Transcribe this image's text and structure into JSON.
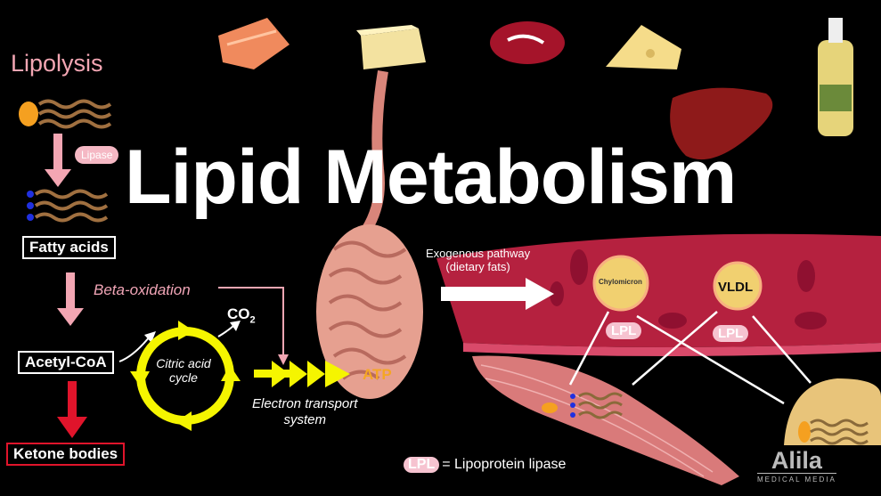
{
  "title": "Lipid Metabolism",
  "lipolysis": {
    "heading": "Lipolysis",
    "enzyme": "Lipase",
    "fatty_acids": "Fatty acids",
    "beta_oxidation": "Beta-oxidation",
    "acetyl_coa": "Acetyl-CoA",
    "ketone_bodies": "Ketone bodies",
    "citric_acid_cycle": "Citric acid cycle",
    "co2": "CO",
    "co2_sub": "2",
    "ets_line1": "Electron transport",
    "ets_line2": "system",
    "atp": "ATP"
  },
  "transport": {
    "exogenous_line1": "Exogenous pathway",
    "exogenous_line2": "(dietary fats)",
    "chylomicron": "Chylomicron",
    "vldl": "VLDL",
    "lpl": "LPL"
  },
  "legend": {
    "abbr": "LPL",
    "text": "= Lipoprotein lipase"
  },
  "logo": {
    "name": "Alila",
    "tagline": "MEDICAL MEDIA"
  },
  "colors": {
    "background": "#000000",
    "vessel": "#b5213f",
    "pink": "#f3a6b3",
    "yellow": "#f5f500",
    "ketone_red": "#e0142b",
    "atp": "#f5a623"
  }
}
